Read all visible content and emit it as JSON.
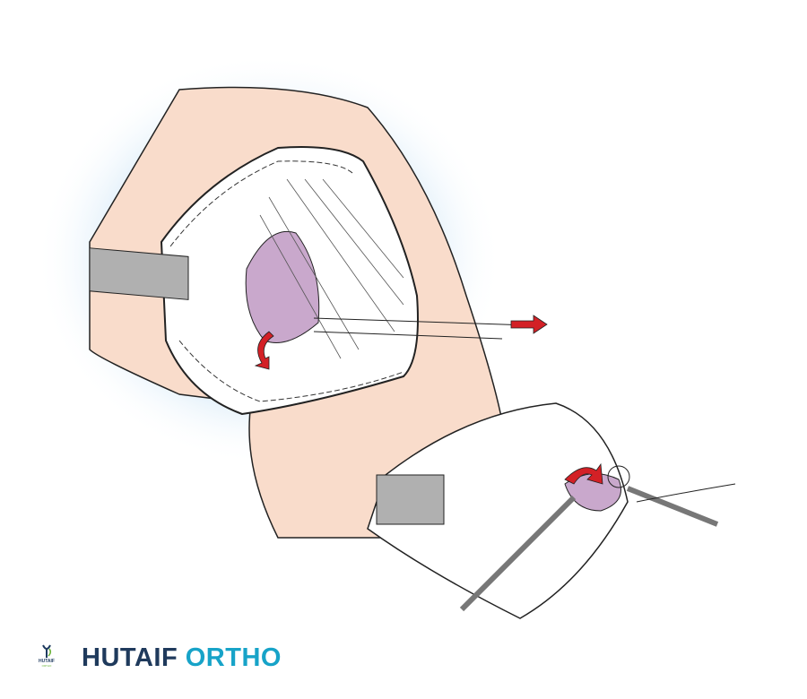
{
  "brand": {
    "name_part1": "HUTAIF",
    "name_part2": "ORTHO",
    "logo_text": "HUTAIF",
    "logo_subtext": "ORTHO"
  },
  "colors": {
    "skin": "#f9dccb",
    "background_glow": "#cfe6f7",
    "muscle": "#c9a8cc",
    "arrow": "#d32026",
    "instrument": "#a9a9a9",
    "brand_dark": "#1f3a5c",
    "brand_accent": "#17a3c8"
  }
}
